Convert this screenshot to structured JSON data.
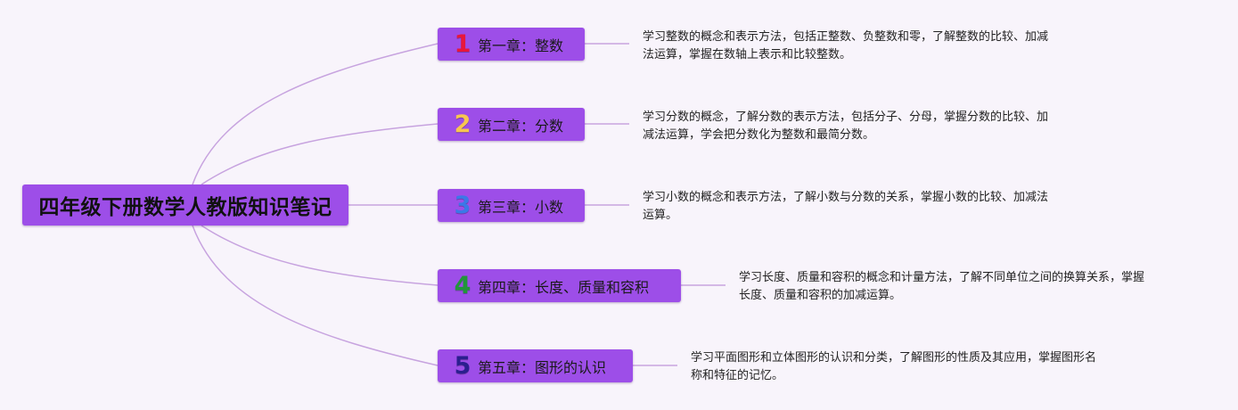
{
  "title": "四年级下册数学人教版知识笔记",
  "chapters": [
    {
      "number": "1",
      "number_color": "#e8173c",
      "label": "第一章：整数",
      "description_lines": [
        "学习整数的概念和表示方法，包括正整数、负整数和零，了解整数的比较、加减",
        "法运算，掌握在数轴上表示和比较整数。"
      ]
    },
    {
      "number": "2",
      "number_color": "#f7c650",
      "label": "第二章：分数",
      "description_lines": [
        "学习分数的概念，了解分数的表示方法，包括分子、分母，掌握分数的比较、加",
        "减法运算，学会把分数化为整数和最简分数。"
      ]
    },
    {
      "number": "3",
      "number_color": "#3b78e7",
      "label": "第三章：小数",
      "description_lines": [
        "学习小数的概念和表示方法，了解小数与分数的关系，掌握小数的比较、加减法",
        "运算。"
      ]
    },
    {
      "number": "4",
      "number_color": "#22963a",
      "label": "第四章：长度、质量和容积",
      "description_lines": [
        "学习长度、质量和容积的概念和计量方法，了解不同单位之间的换算关系，掌握",
        "长度、质量和容积的加减运算。"
      ]
    },
    {
      "number": "5",
      "number_color": "#2b1f8f",
      "label": "第五章：图形的认识",
      "description_lines": [
        "学习平面图形和立体图形的认识和分类，了解图形的性质及其应用，掌握图形名",
        "称和特征的记忆。"
      ]
    }
  ],
  "colors": {
    "node_fill": "#9d4ee8",
    "connector": "#c7a3df",
    "background": "#f8f4fb"
  }
}
